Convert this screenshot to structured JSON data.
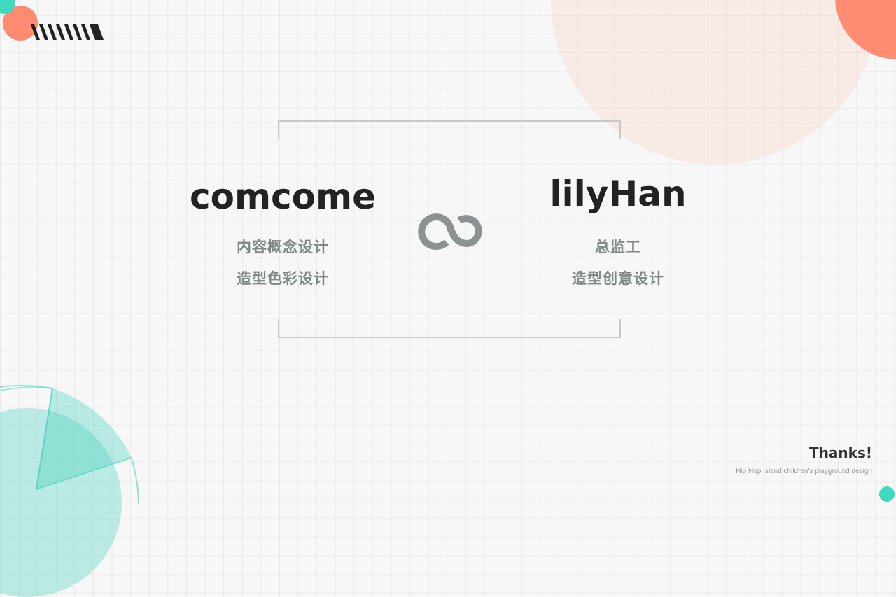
{
  "colors": {
    "background": "#f7f7f7",
    "coral": "#ff8b70",
    "teal": "#3fd8c0",
    "pale_pink": "#fbeeeb",
    "name_text": "#222222",
    "role_text": "#7e8888",
    "bracket": "#c8c8c8",
    "infinity_icon": "#8a9392"
  },
  "left_person": {
    "name": "comcome",
    "roles": [
      "内容概念设计",
      "造型色彩设计"
    ]
  },
  "right_person": {
    "name": "lilyHan",
    "roles": [
      "总监工",
      "造型创意设计"
    ]
  },
  "center_icon": "infinity-icon",
  "footer": {
    "thanks": "Thanks!",
    "subtitle": "Hip Hop Island children's playground design"
  }
}
